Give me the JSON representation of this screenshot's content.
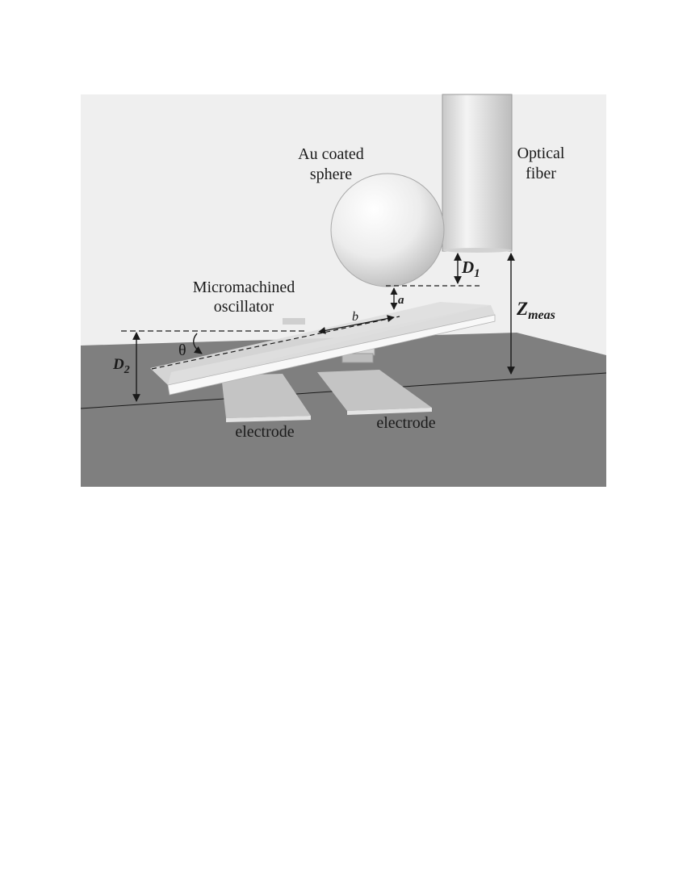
{
  "diagram": {
    "labels": {
      "sphere_line1": "Au coated",
      "sphere_line2": "sphere",
      "fiber_line1": "Optical",
      "fiber_line2": "fiber",
      "oscillator_line1": "Micromachined",
      "oscillator_line2": "oscillator",
      "electrode_left": "electrode",
      "electrode_right": "electrode"
    },
    "symbols": {
      "D1_main": "D",
      "D1_sub": "1",
      "D2_main": "D",
      "D2_sub": "2",
      "Z_main": "Z",
      "Z_sub": "meas",
      "a": "a",
      "b": "b",
      "theta": "θ"
    },
    "colors": {
      "background": "#efefef",
      "substrate": "#7f7f7f",
      "plate": "#dcdcdc",
      "electrode": "#c4c4c4",
      "line": "#1a1a1a"
    }
  }
}
